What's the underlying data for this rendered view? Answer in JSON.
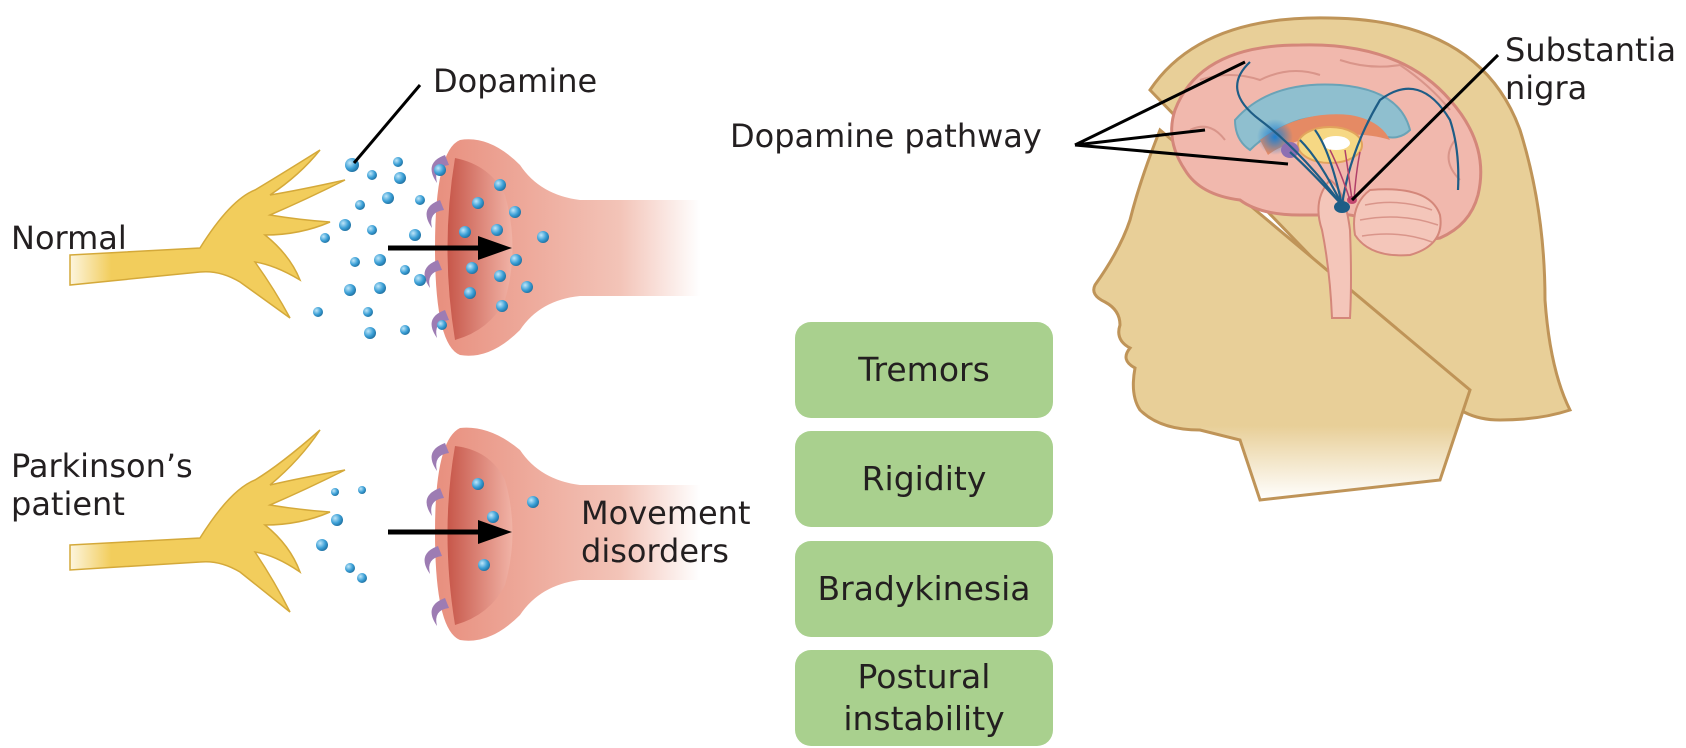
{
  "labels": {
    "dopamine": "Dopamine",
    "normal": "Normal",
    "parkinsons": "Parkinson’s patient",
    "movement_disorders": "Movement disorders",
    "dopamine_pathway": "Dopamine pathway",
    "substantia_nigra": "Substantia nigra"
  },
  "symptoms": [
    "Tremors",
    "Rigidity",
    "Bradykinesia",
    "Postural instability"
  ],
  "colors": {
    "axon_terminal": "#f2cd5c",
    "dendrite": "#e1806f",
    "receptor": "#9d7cb3",
    "dopamine_vesicle": "#3a9fd6",
    "symptom_box": "#a9d08e",
    "head_skin": "#e8cf98",
    "brain": "#f1b8ad",
    "pathway": "#1e5d86"
  }
}
